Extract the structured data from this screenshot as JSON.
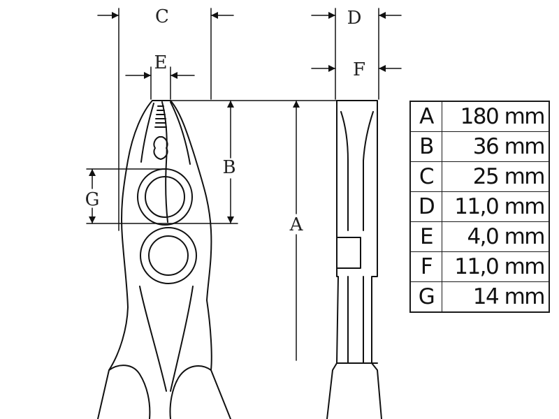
{
  "labels": {
    "a": "A",
    "b": "B",
    "c": "C",
    "d": "D",
    "e": "E",
    "f": "F",
    "g": "G"
  },
  "spec_table": [
    {
      "letter": "A",
      "value": "180 mm"
    },
    {
      "letter": "B",
      "value": "36 mm"
    },
    {
      "letter": "C",
      "value": "25 mm"
    },
    {
      "letter": "D",
      "value": "11,0 mm"
    },
    {
      "letter": "E",
      "value": "4,0 mm"
    },
    {
      "letter": "F",
      "value": "11,0 mm"
    },
    {
      "letter": "G",
      "value": "14 mm"
    }
  ]
}
